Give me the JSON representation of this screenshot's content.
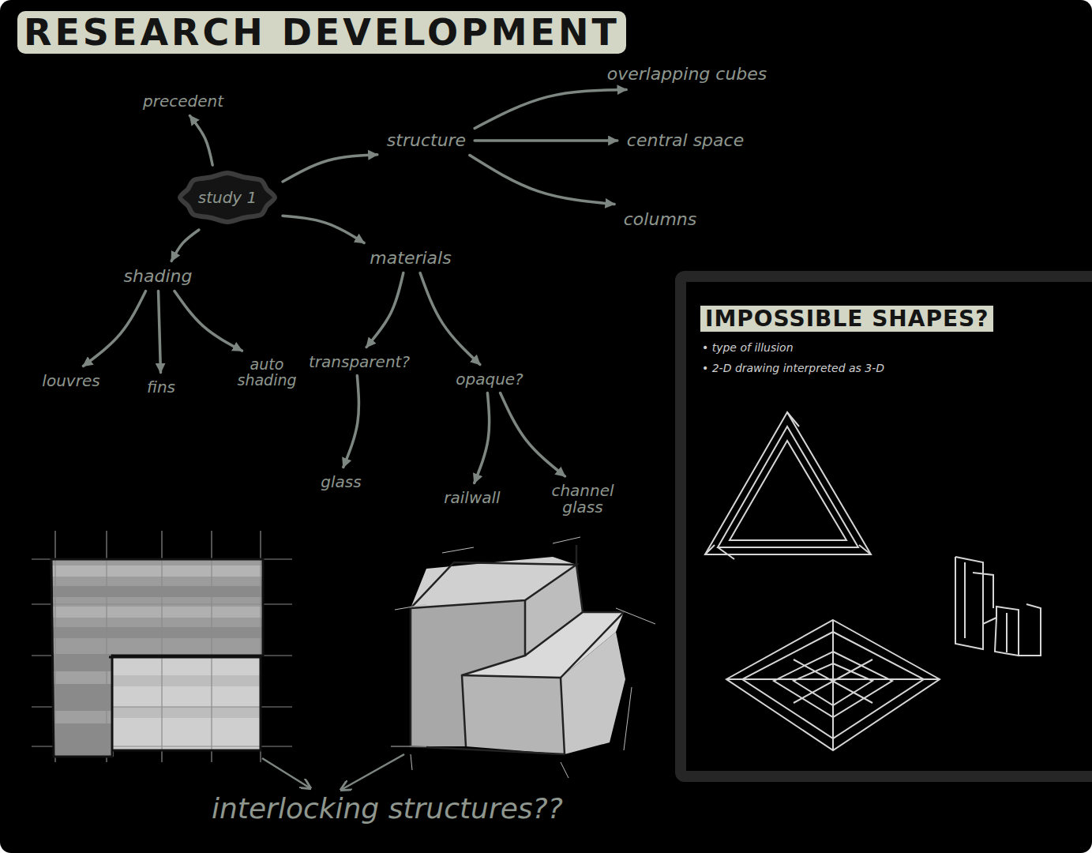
{
  "diagram": {
    "title": "RESEARCH DEVELOPMENT",
    "nodes": [
      {
        "text": [
          "precedent"
        ]
      },
      {
        "text": [
          "study 1"
        ]
      },
      {
        "text": [
          "structure"
        ]
      },
      {
        "text": [
          "overlapping cubes"
        ]
      },
      {
        "text": [
          "central space"
        ]
      },
      {
        "text": [
          "columns"
        ]
      },
      {
        "text": [
          "shading"
        ]
      },
      {
        "text": [
          "materials"
        ]
      },
      {
        "text": [
          "louvres"
        ]
      },
      {
        "text": [
          "fins"
        ]
      },
      {
        "text": [
          "auto shading"
        ]
      },
      {
        "text": [
          "transparent?"
        ]
      },
      {
        "text": [
          "opaque?"
        ]
      },
      {
        "text": [
          "glass"
        ]
      },
      {
        "text": [
          "railwall"
        ]
      },
      {
        "text": [
          "channel glass"
        ]
      },
      {
        "text": [
          "IMPOSSIBLE SHAPES?",
          "• type of illusion",
          "• 2-D drawing interpreted as 3-D"
        ]
      }
    ],
    "edges": [
      {
        "from": 1,
        "to": 0,
        "arrow": "to"
      },
      {
        "from": 1,
        "to": 2,
        "arrow": "to"
      },
      {
        "from": 2,
        "to": 3,
        "arrow": "to"
      },
      {
        "from": 2,
        "to": 4,
        "arrow": "to"
      },
      {
        "from": 2,
        "to": 5,
        "arrow": "to"
      },
      {
        "from": 1,
        "to": 6,
        "arrow": "to"
      },
      {
        "from": 1,
        "to": 7,
        "arrow": "to"
      },
      {
        "from": 6,
        "to": 8,
        "arrow": "to"
      },
      {
        "from": 6,
        "to": 9,
        "arrow": "to"
      },
      {
        "from": 6,
        "to": 10,
        "arrow": "to"
      },
      {
        "from": 7,
        "to": 11,
        "arrow": "to"
      },
      {
        "from": 7,
        "to": 12,
        "arrow": "to"
      },
      {
        "from": 11,
        "to": 13,
        "arrow": "to"
      },
      {
        "from": 12,
        "to": 14,
        "arrow": "to"
      },
      {
        "from": 12,
        "to": 15,
        "arrow": "to"
      }
    ],
    "labels": [
      "interlocking structures??"
    ]
  }
}
